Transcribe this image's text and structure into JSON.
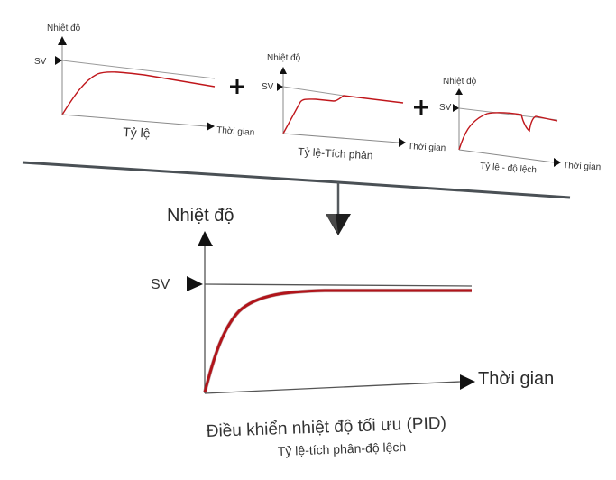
{
  "diagram": {
    "title": "Điều khiển nhiệt độ tối ưu (PID)",
    "subtitle": "Tỷ lệ-tích phân-độ lệch",
    "colors": {
      "response_curve": "#c0161b",
      "axis": "#8a8a8a",
      "divider": "#4a5055",
      "operator": "#111111"
    },
    "operators": [
      "+",
      "+"
    ],
    "panels": [
      {
        "id": "proportional",
        "y_axis_label": "Nhiệt độ",
        "x_axis_label": "Thời gian",
        "setpoint_label": "SV",
        "caption": "Tỷ lệ",
        "behavior": "rises then settles below setpoint (offset)"
      },
      {
        "id": "proportional-integral",
        "y_axis_label": "Nhiệt độ",
        "x_axis_label": "Thời gian",
        "setpoint_label": "SV",
        "caption": "Tỷ lệ-Tích phân",
        "behavior": "rises, plateaus below setpoint, then step corrects to setpoint"
      },
      {
        "id": "proportional-derivative",
        "y_axis_label": "Nhiệt độ",
        "x_axis_label": "Thời gian",
        "setpoint_label": "SV",
        "caption": "Tỷ lệ - độ lệch",
        "behavior": "rises to setpoint, disturbance dip quickly recovered"
      }
    ],
    "result": {
      "y_axis_label": "Nhiệt độ",
      "x_axis_label": "Thời gian",
      "setpoint_label": "SV",
      "behavior": "fast rise, settles smoothly just below setpoint"
    }
  }
}
